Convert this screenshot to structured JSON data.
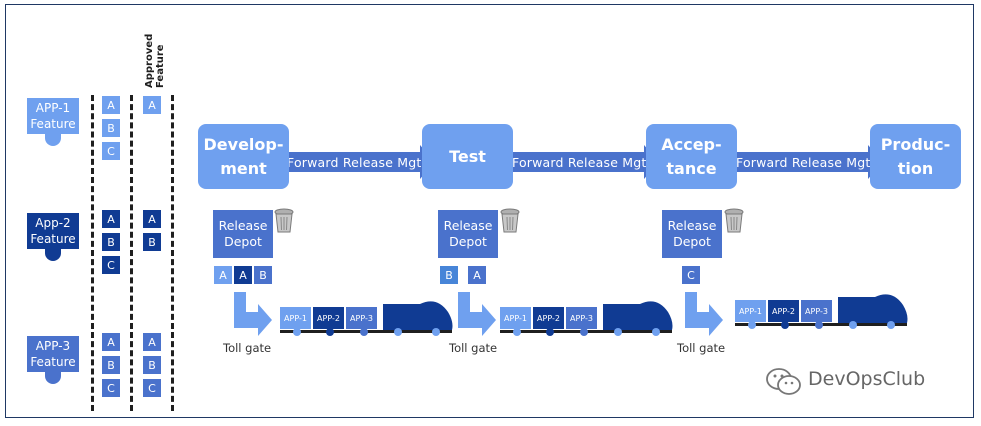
{
  "features": {
    "header": "Approved",
    "header_line2": "Feature",
    "apps": [
      {
        "label_top": "APP-1",
        "label_bottom": "Feature",
        "items": [
          "A",
          "B",
          "C"
        ],
        "approved": [
          "A"
        ]
      },
      {
        "label_top": "App-2",
        "label_bottom": "Feature",
        "items": [
          "A",
          "B",
          "C"
        ],
        "approved": [
          "A",
          "B"
        ]
      },
      {
        "label_top": "APP-3",
        "label_bottom": "Feature",
        "items": [
          "A",
          "B",
          "C"
        ],
        "approved": [
          "A",
          "B",
          "C"
        ]
      }
    ]
  },
  "stages": [
    {
      "line1": "Develop-",
      "line2": "ment"
    },
    {
      "line1": "Test",
      "line2": ""
    },
    {
      "line1": "Accep-",
      "line2": "tance"
    },
    {
      "line1": "Produc-",
      "line2": "tion"
    }
  ],
  "arrow_label": "Forward Release Mgt",
  "depots": [
    {
      "line1": "Release",
      "line2": "Depot",
      "items": [
        "A",
        "A",
        "B"
      ]
    },
    {
      "line1": "Release",
      "line2": "Depot",
      "items": [
        "B",
        "A"
      ]
    },
    {
      "line1": "Release",
      "line2": "Depot",
      "items": [
        "C"
      ]
    }
  ],
  "toll_gate": "Toll gate",
  "train_cars": [
    "APP-1",
    "APP-2",
    "APP-3"
  ],
  "watermark": "DevOpsClub",
  "colors": {
    "light": "#6fa0ef",
    "dark": "#103b93",
    "mid": "#4a72cc",
    "border": "#1f3864"
  }
}
